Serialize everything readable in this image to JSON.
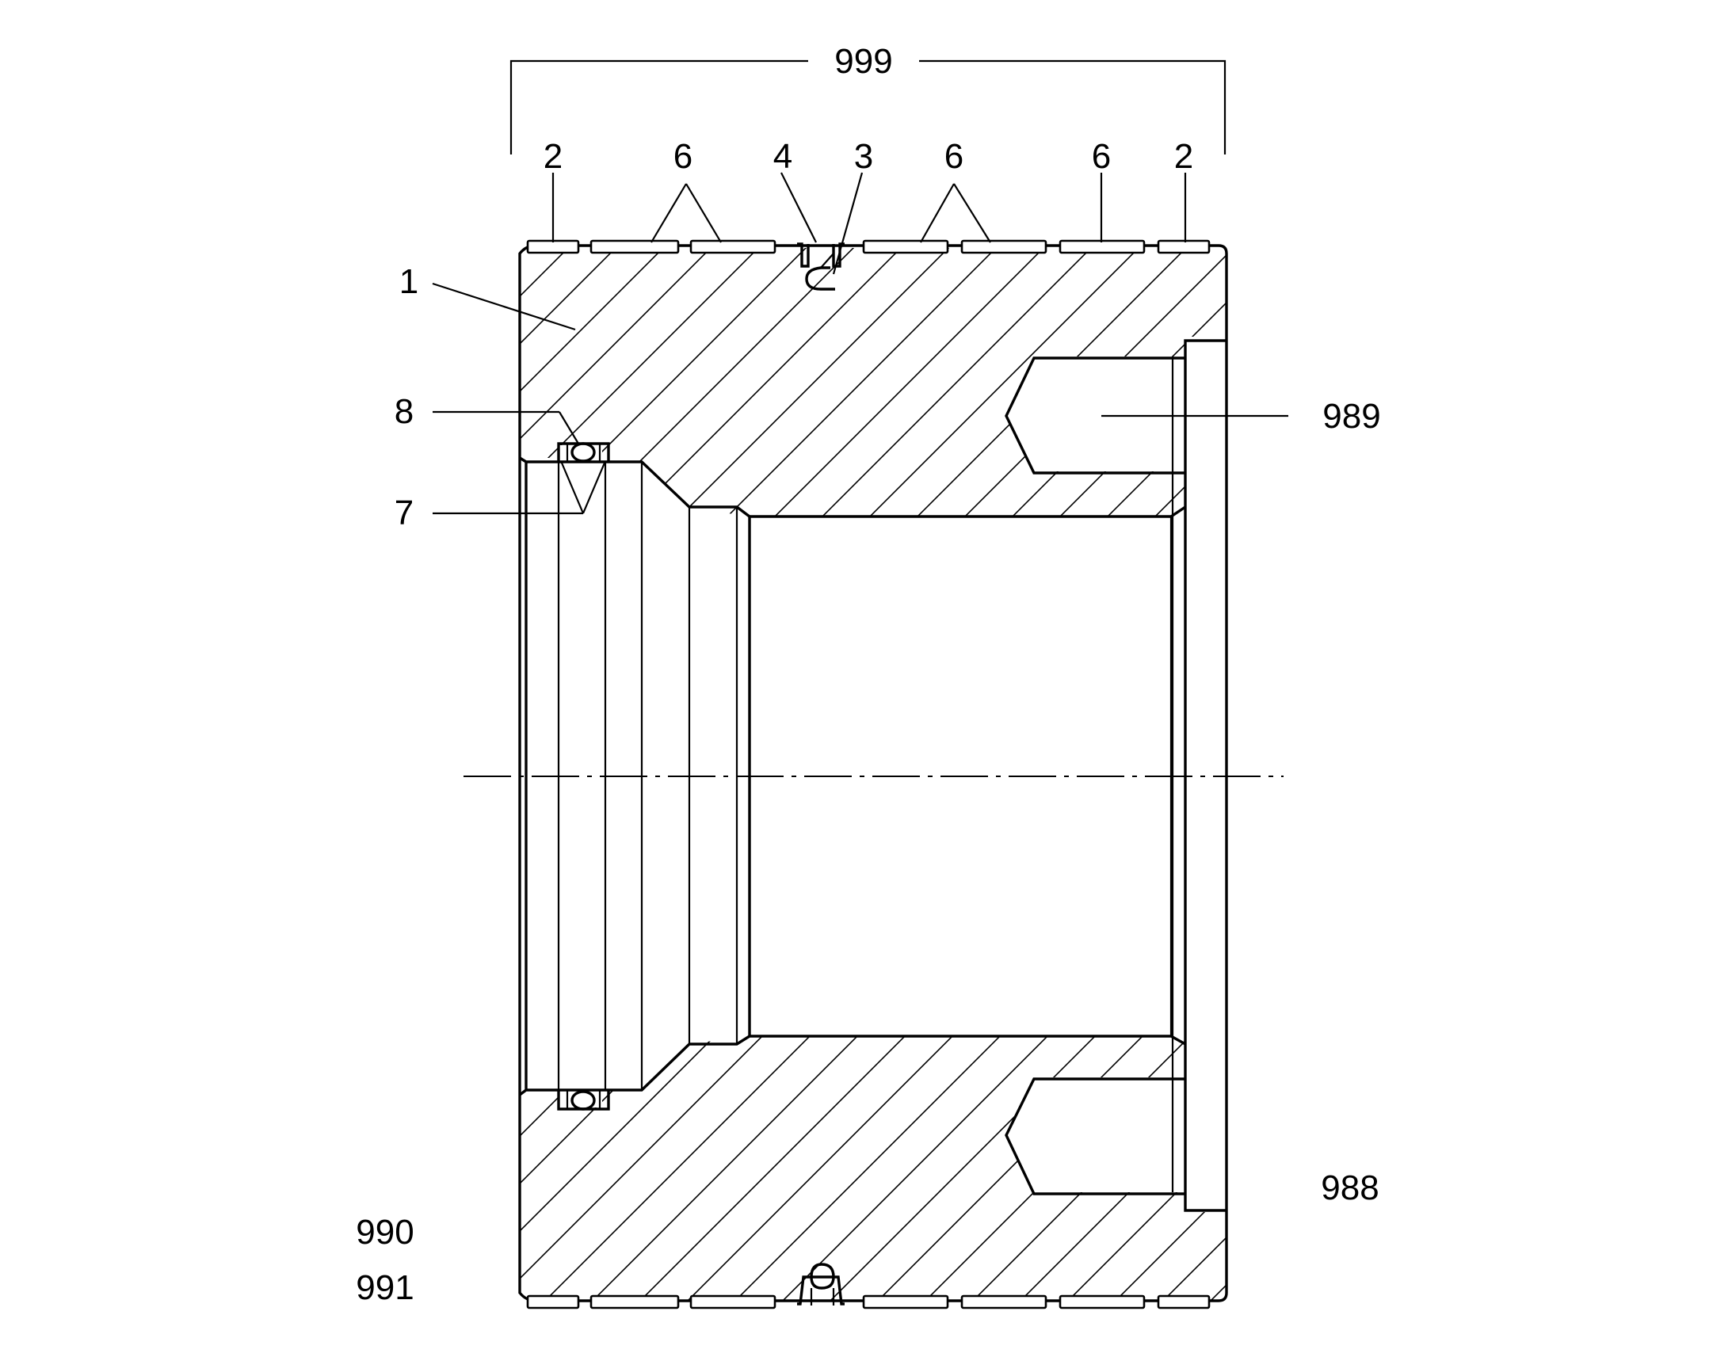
{
  "labels": {
    "overall": "999",
    "body": "1",
    "seg_left_end": "2",
    "seg_right_end": "2",
    "seg_group_left": "6",
    "seg_group_right": "6",
    "seg_single_right": "6",
    "ring_slot": "4",
    "ring_clip": "3",
    "inner_seal": "8",
    "inner_seal_seats": "7",
    "bore_end": "989",
    "bottom_right": "988",
    "bottom_left_a": "990",
    "bottom_left_b": "991"
  }
}
